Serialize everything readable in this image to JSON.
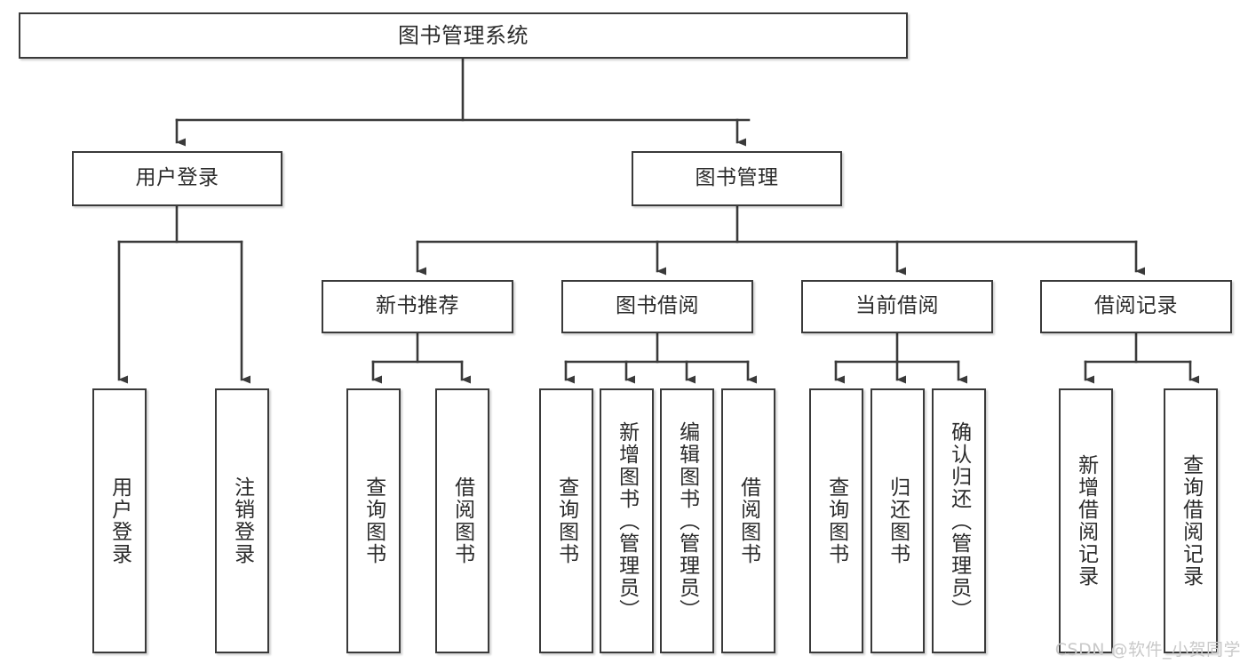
{
  "diagram": {
    "title": "图书管理系统",
    "type": "tree",
    "watermark": "CSDN @软件_小贺同学",
    "colors": {
      "box_border": "#3a3a3a",
      "box_fill": "#ffffff",
      "edge": "#3a3a3a",
      "text": "#2b2b2b",
      "watermark": "#c9c9c9"
    },
    "levels": {
      "root": {
        "label": "图书管理系统"
      },
      "level2": [
        {
          "id": "user-login",
          "label": "用户登录"
        },
        {
          "id": "book-management",
          "label": "图书管理"
        }
      ],
      "level3": [
        {
          "id": "new-book-recommend",
          "label": "新书推荐",
          "parent": "book-management"
        },
        {
          "id": "book-borrow",
          "label": "图书借阅",
          "parent": "book-management"
        },
        {
          "id": "current-borrow",
          "label": "当前借阅",
          "parent": "book-management"
        },
        {
          "id": "borrow-record",
          "label": "借阅记录",
          "parent": "book-management"
        }
      ],
      "leaves": [
        {
          "id": "leaf-user-login",
          "label": "用户登录",
          "parent": "user-login"
        },
        {
          "id": "leaf-user-logout",
          "label": "注销登录",
          "parent": "user-login"
        },
        {
          "id": "leaf-query-book-1",
          "label": "查询图书",
          "parent": "new-book-recommend"
        },
        {
          "id": "leaf-borrow-book-1",
          "label": "借阅图书",
          "parent": "new-book-recommend"
        },
        {
          "id": "leaf-query-book-2",
          "label": "查询图书",
          "parent": "book-borrow"
        },
        {
          "id": "leaf-add-book",
          "label": "新增图书（管理员）",
          "parent": "book-borrow"
        },
        {
          "id": "leaf-edit-book",
          "label": "编辑图书（管理员）",
          "parent": "book-borrow"
        },
        {
          "id": "leaf-borrow-book-2",
          "label": "借阅图书",
          "parent": "book-borrow"
        },
        {
          "id": "leaf-query-book-3",
          "label": "查询图书",
          "parent": "current-borrow"
        },
        {
          "id": "leaf-return-book",
          "label": "归还图书",
          "parent": "current-borrow"
        },
        {
          "id": "leaf-confirm-return",
          "label": "确认归还（管理员）",
          "parent": "current-borrow"
        },
        {
          "id": "leaf-add-record",
          "label": "新增借阅记录",
          "parent": "borrow-record"
        },
        {
          "id": "leaf-query-record",
          "label": "查询借阅记录",
          "parent": "borrow-record"
        }
      ]
    }
  }
}
